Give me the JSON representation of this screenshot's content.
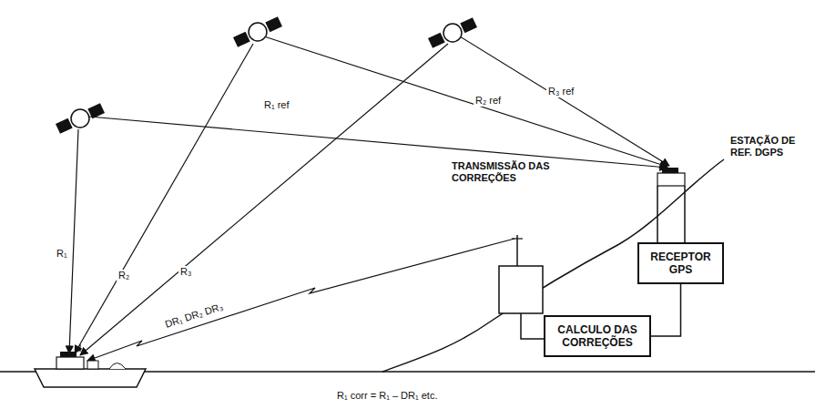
{
  "diagram": {
    "caption": "R₁ corr = R₁ – DR₁ etc.",
    "nodes": [
      {
        "text": [
          "RECEPTOR GPS"
        ]
      },
      {
        "text": [
          "CALCULO DAS CORREÇÕES"
        ]
      }
    ],
    "edges": [
      {
        "from": 0,
        "to": 1,
        "arrow": "none"
      }
    ],
    "labels": [
      "R₁ ref",
      "R₂ ref",
      "R₃ ref",
      "ESTAÇÃO DE REF. DGPS",
      "R₁",
      "R₂",
      "R₃",
      "TRANSMISSÃO DAS CORREÇÕES",
      "DR₁ DR₂ DR₃"
    ]
  }
}
